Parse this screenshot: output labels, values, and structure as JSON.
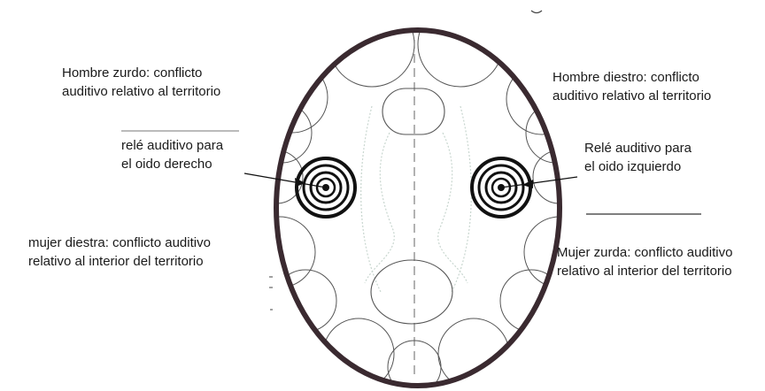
{
  "labels": {
    "top_left": {
      "line1": "Hombre zurdo: conflicto",
      "line2": "auditivo relativo al territorio"
    },
    "top_right": {
      "line1": "Hombre diestro: conflicto",
      "line2": "auditivo relativo al territorio"
    },
    "relay_left": {
      "line1": "relé auditivo para",
      "line2": "el oido derecho"
    },
    "relay_right": {
      "line1": "Relé auditivo para",
      "line2": "el oido izquierdo"
    },
    "bottom_left": {
      "line1": "mujer diestra: conflicto auditivo",
      "line2": "relativo al interior del territorio"
    },
    "bottom_right": {
      "line1": "Mujer zurda: conflicto auditivo",
      "line2": "relativo al interior del territorio"
    }
  },
  "colors": {
    "skull_outline": "#3a2a30",
    "thin_lines": "#555555",
    "faint_lines": "#b8c8c0",
    "text": "#1a1a1a"
  }
}
